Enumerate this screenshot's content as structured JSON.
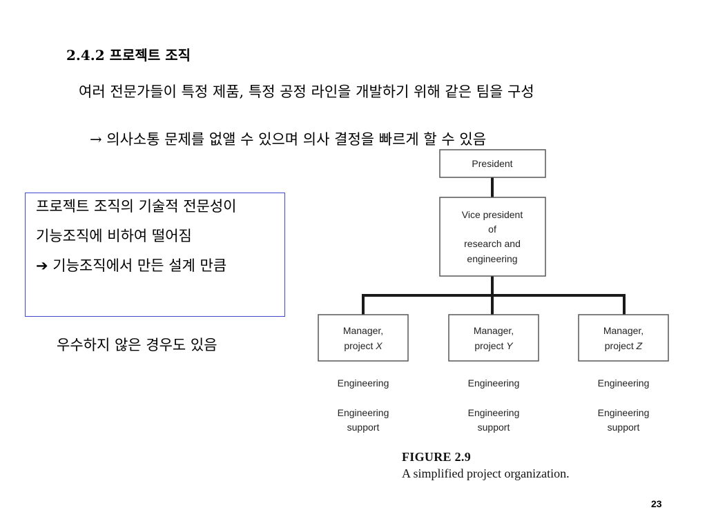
{
  "heading": "2.4.2 프로젝트 조직",
  "paragraph": "여러 전문가들이 특정 제품, 특정 공정 라인을 개발하기 위해 같은 팀을 구성",
  "arrow_line": "→ 의사소통 문제를 없앨 수 있으며 의사 결정을 빠르게 할 수 있음",
  "box": {
    "line1": "프로젝트 조직의 기술적 전문성이",
    "line2": "기능조직에 비하여 떨어짐",
    "arrow_glyph": "➔",
    "line3": "기능조직에서 만든 설계 만큼"
  },
  "outside_line": "우수하지 않은 경우도 있음",
  "org_chart": {
    "president": "President",
    "vice_president": [
      "Vice president",
      "of",
      "research and",
      "engineering"
    ],
    "managers": [
      {
        "label": "Manager,",
        "project_prefix": "project",
        "project_letter": "X"
      },
      {
        "label": "Manager,",
        "project_prefix": "project",
        "project_letter": "Y"
      },
      {
        "label": "Manager,",
        "project_prefix": "project",
        "project_letter": "Z"
      }
    ],
    "sub_item_1": "Engineering",
    "sub_item_2": [
      "Engineering",
      "support"
    ]
  },
  "caption": {
    "figure_label": "FIGURE 2.9",
    "text": "A simplified project organization."
  },
  "page_number": "23",
  "colors": {
    "box_border": "#3f48cc",
    "chart_lines": "#1a1a1a",
    "chart_box_border": "#555555"
  }
}
